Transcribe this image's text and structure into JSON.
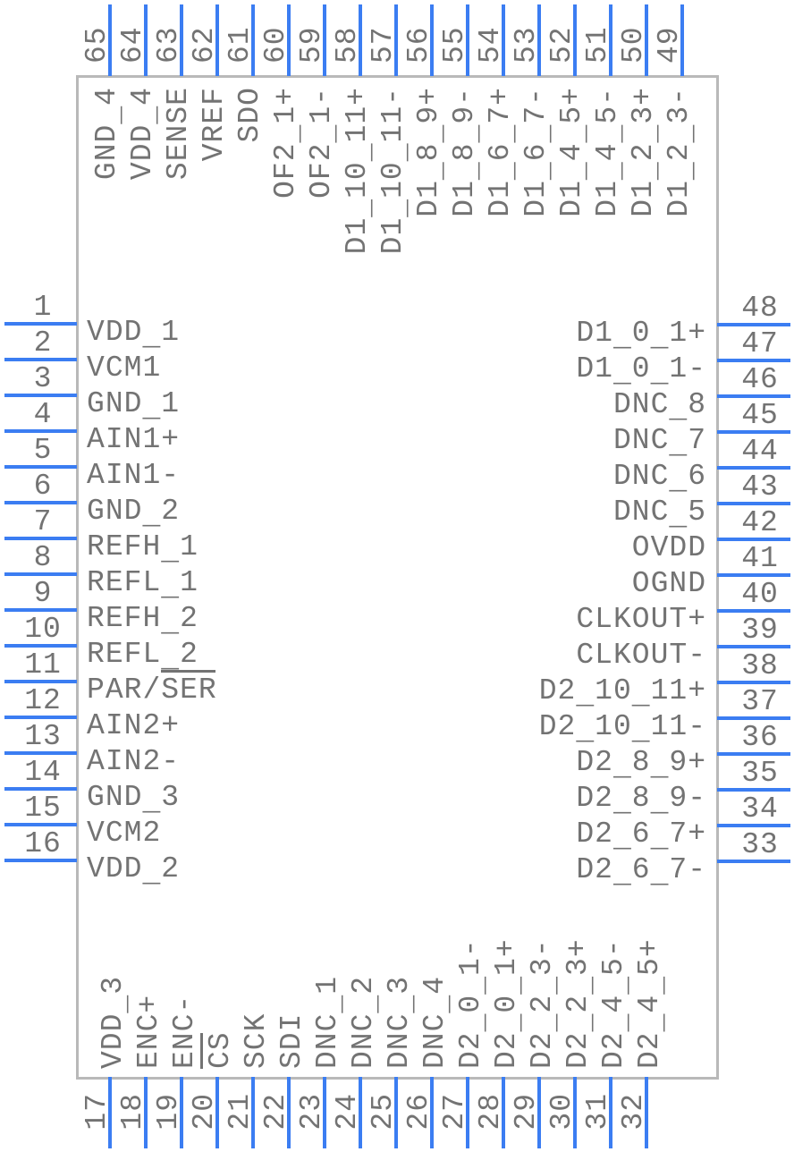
{
  "colors": {
    "pin_line": "#3B7DF2",
    "text": "#737373",
    "body_border": "#B9B9B9",
    "background": "#FFFFFF"
  },
  "pins": {
    "left": [
      {
        "number": "1",
        "label": "VDD_1"
      },
      {
        "number": "2",
        "label": "VCM1"
      },
      {
        "number": "3",
        "label": "GND_1"
      },
      {
        "number": "4",
        "label": "AIN1+"
      },
      {
        "number": "5",
        "label": "AIN1-"
      },
      {
        "number": "6",
        "label": "GND_2"
      },
      {
        "number": "7",
        "label": "REFH_1"
      },
      {
        "number": "8",
        "label": "REFL_1"
      },
      {
        "number": "9",
        "label": "REFH_2"
      },
      {
        "number": "10",
        "label": "REFL_2"
      },
      {
        "number": "11",
        "label": "PAR/SER",
        "overline": "SER"
      },
      {
        "number": "12",
        "label": "AIN2+"
      },
      {
        "number": "13",
        "label": "AIN2-"
      },
      {
        "number": "14",
        "label": "GND_3"
      },
      {
        "number": "15",
        "label": "VCM2"
      },
      {
        "number": "16",
        "label": "VDD_2"
      }
    ],
    "right": [
      {
        "number": "48",
        "label": "D1_0_1+"
      },
      {
        "number": "47",
        "label": "D1_0_1-"
      },
      {
        "number": "46",
        "label": "DNC_8"
      },
      {
        "number": "45",
        "label": "DNC_7"
      },
      {
        "number": "44",
        "label": "DNC_6"
      },
      {
        "number": "43",
        "label": "DNC_5"
      },
      {
        "number": "42",
        "label": "OVDD"
      },
      {
        "number": "41",
        "label": "OGND"
      },
      {
        "number": "40",
        "label": "CLKOUT+"
      },
      {
        "number": "39",
        "label": "CLKOUT-"
      },
      {
        "number": "38",
        "label": "D2_10_11+"
      },
      {
        "number": "37",
        "label": "D2_10_11-"
      },
      {
        "number": "36",
        "label": "D2_8_9+"
      },
      {
        "number": "35",
        "label": "D2_8_9-"
      },
      {
        "number": "34",
        "label": "D2_6_7+"
      },
      {
        "number": "33",
        "label": "D2_6_7-"
      }
    ],
    "top": [
      {
        "number": "65",
        "label": "GND_4"
      },
      {
        "number": "64",
        "label": "VDD_4"
      },
      {
        "number": "63",
        "label": "SENSE"
      },
      {
        "number": "62",
        "label": "VREF"
      },
      {
        "number": "61",
        "label": "SDO"
      },
      {
        "number": "60",
        "label": "OF2_1+"
      },
      {
        "number": "59",
        "label": "OF2_1-"
      },
      {
        "number": "58",
        "label": "D1_10_11+"
      },
      {
        "number": "57",
        "label": "D1_10_11-"
      },
      {
        "number": "56",
        "label": "D1_8_9+"
      },
      {
        "number": "55",
        "label": "D1_8_9-"
      },
      {
        "number": "54",
        "label": "D1_6_7+"
      },
      {
        "number": "53",
        "label": "D1_6_7-"
      },
      {
        "number": "52",
        "label": "D1_4_5+"
      },
      {
        "number": "51",
        "label": "D1_4_5-"
      },
      {
        "number": "50",
        "label": "D1_2_3+"
      },
      {
        "number": "49",
        "label": "D1_2_3-"
      }
    ],
    "bottom": [
      {
        "number": "17",
        "label": "VDD_3"
      },
      {
        "number": "18",
        "label": "ENC+"
      },
      {
        "number": "19",
        "label": "ENC-"
      },
      {
        "number": "20",
        "label": "CS",
        "overline": "CS"
      },
      {
        "number": "21",
        "label": "SCK"
      },
      {
        "number": "22",
        "label": "SDI"
      },
      {
        "number": "23",
        "label": "DNC_1"
      },
      {
        "number": "24",
        "label": "DNC_2"
      },
      {
        "number": "25",
        "label": "DNC_3"
      },
      {
        "number": "26",
        "label": "DNC_4"
      },
      {
        "number": "27",
        "label": "D2_0_1-"
      },
      {
        "number": "28",
        "label": "D2_0_1+"
      },
      {
        "number": "29",
        "label": "D2_2_3-"
      },
      {
        "number": "30",
        "label": "D2_2_3+"
      },
      {
        "number": "31",
        "label": "D2_4_5-"
      },
      {
        "number": "32",
        "label": "D2_4_5+"
      }
    ]
  }
}
